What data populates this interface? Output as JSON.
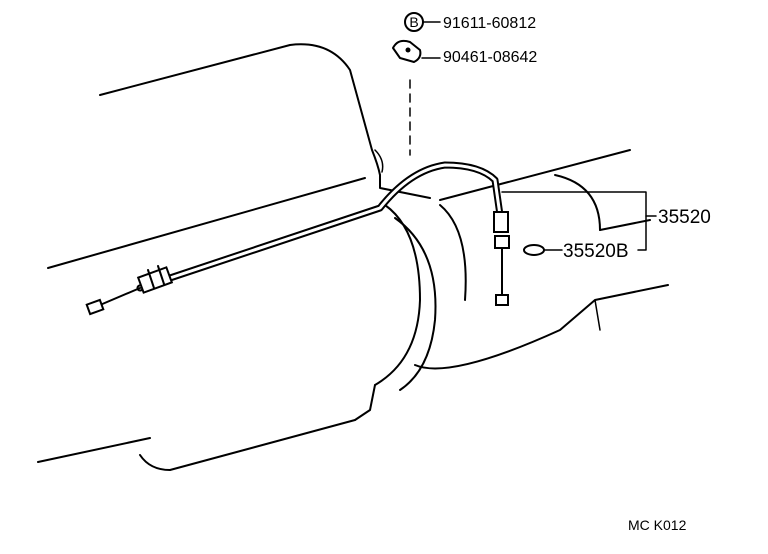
{
  "parts": {
    "bolt": {
      "symbol": "B",
      "number": "91611-60812"
    },
    "clamp": {
      "number": "90461-08642"
    },
    "cable_assembly": {
      "number": "35520"
    },
    "o_ring": {
      "number": "35520B"
    }
  },
  "drawing_code": "MC K012"
}
